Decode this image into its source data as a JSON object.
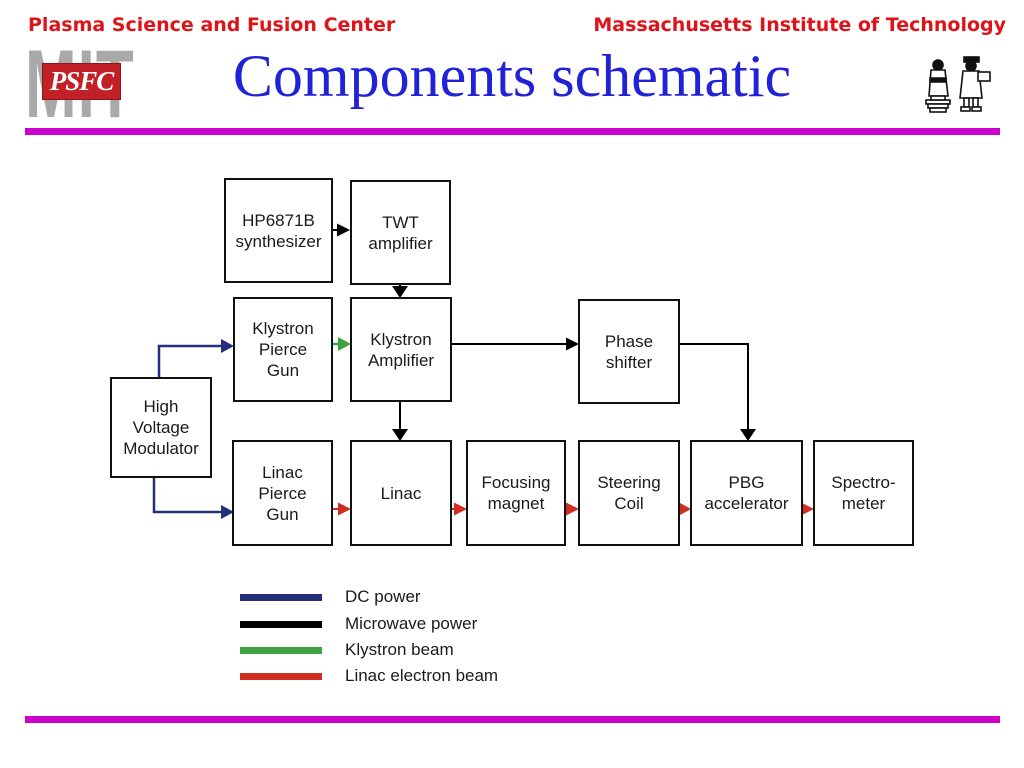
{
  "header": {
    "left_org": "Plasma Science and Fusion Center",
    "right_org": "Massachusetts Institute of Technology",
    "title": "Components schematic",
    "logo": {
      "mit_text": "MIT",
      "psfc_text": "PSFC"
    }
  },
  "colors": {
    "header_red": "#e01218",
    "title_blue": "#2121d8",
    "magenta_rule": "#cc00cc",
    "logo_gray": "#a9a9a9",
    "logo_red": "#c02026",
    "dc_power": "#232e7d",
    "microwave_power": "#000000",
    "klystron_beam": "#3fa33f",
    "linac_beam": "#cf2d20"
  },
  "diagram": {
    "boxes": [
      {
        "id": "hp-synthesizer",
        "label": "HP6871B\nsynthesizer"
      },
      {
        "id": "twt-amplifier",
        "label": "TWT\namplifier"
      },
      {
        "id": "klystron-pierce-gun",
        "label": "Klystron\nPierce\nGun"
      },
      {
        "id": "klystron-amplifier",
        "label": "Klystron\nAmplifier"
      },
      {
        "id": "phase-shifter",
        "label": "Phase\nshifter"
      },
      {
        "id": "high-voltage-modulator",
        "label": "High\nVoltage\nModulator"
      },
      {
        "id": "linac-pierce-gun",
        "label": "Linac\nPierce\nGun"
      },
      {
        "id": "linac",
        "label": "Linac"
      },
      {
        "id": "focusing-magnet",
        "label": "Focusing\nmagnet"
      },
      {
        "id": "steering-coil",
        "label": "Steering\nCoil"
      },
      {
        "id": "pbg-accelerator",
        "label": "PBG\naccelerator"
      },
      {
        "id": "spectrometer",
        "label": "Spectro-\nmeter"
      }
    ]
  },
  "legend": {
    "items": [
      {
        "label": "DC power",
        "color": "#232e7d"
      },
      {
        "label": "Microwave power",
        "color": "#000000"
      },
      {
        "label": "Klystron beam",
        "color": "#3fa33f"
      },
      {
        "label": "Linac electron beam",
        "color": "#cf2d20"
      }
    ]
  }
}
